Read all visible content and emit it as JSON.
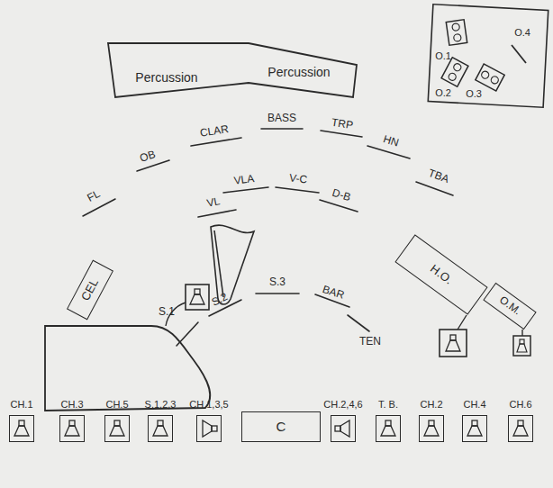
{
  "diagram": {
    "nodes": [
      {
        "text": [
          "Percussion",
          "Percussion"
        ]
      },
      {
        "text": [
          "CEL"
        ]
      },
      {
        "text": [
          "H.O."
        ]
      },
      {
        "text": [
          "O.M."
        ]
      },
      {
        "text": [
          "CH.1"
        ]
      },
      {
        "text": [
          "CH.3"
        ]
      },
      {
        "text": [
          "CH.5"
        ]
      },
      {
        "text": [
          "S.1,2,3"
        ]
      },
      {
        "text": [
          "CH.1,3,5"
        ]
      },
      {
        "text": [
          "C"
        ]
      },
      {
        "text": [
          "CH.2,4,6"
        ]
      },
      {
        "text": [
          "T. B."
        ]
      },
      {
        "text": [
          "CH.2"
        ]
      },
      {
        "text": [
          "CH.4"
        ]
      },
      {
        "text": [
          "CH.6"
        ]
      }
    ],
    "labels": [
      "O.1",
      "O.4",
      "O.2",
      "O.3",
      "FL",
      "OB",
      "CLAR",
      "BASS",
      "TRP",
      "HN",
      "TBA",
      "VL",
      "VLA",
      "V-C",
      "D-B",
      "S.2",
      "S.3",
      "BAR",
      "S.1",
      "TEN"
    ]
  }
}
